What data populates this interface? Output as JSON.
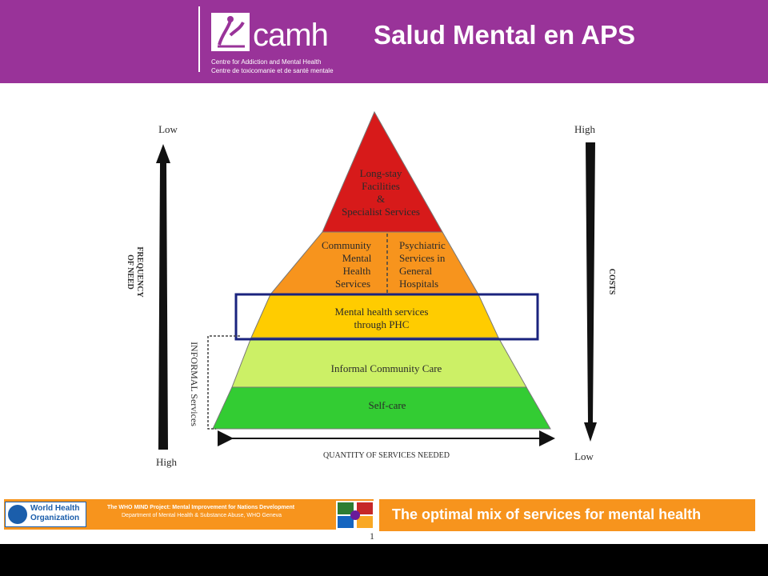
{
  "header": {
    "logo_name": "camh",
    "logo_sub_en": "Centre for Addiction and Mental Health",
    "logo_sub_fr": "Centre de toxicomanie et de santé mentale",
    "title": "Salud Mental en APS"
  },
  "pyramid": {
    "levels": [
      {
        "lines": [
          "Long-stay",
          "Facilities",
          "&",
          "Specialist Services"
        ],
        "color": "#d71a1a"
      },
      {
        "left_lines": [
          "Community",
          "Mental",
          "Health",
          "Services"
        ],
        "right_lines": [
          "Psychiatric",
          "Services in",
          "General",
          "Hospitals"
        ],
        "color": "#f7941d"
      },
      {
        "lines": [
          "Mental health services",
          "through PHC"
        ],
        "color": "#ffcc00"
      },
      {
        "lines": [
          "Informal Community Care"
        ],
        "color": "#ccf066"
      },
      {
        "lines": [
          "Self-care"
        ],
        "color": "#33cc33"
      }
    ],
    "highlight_color": "#1a237e",
    "frequency": {
      "label": [
        "FREQUENCY",
        "OF NEED"
      ],
      "top": "Low",
      "bottom": "High"
    },
    "costs": {
      "label": "COSTS",
      "top": "High",
      "bottom": "Low"
    },
    "informal_label": "INFORMAL Services",
    "quantity_label": "QUANTITY OF SERVICES NEEDED"
  },
  "footer": {
    "who_name": [
      "World Health",
      "Organization"
    ],
    "mind_title": "The WHO MIND Project: Mental Improvement for Nations Development",
    "mind_dept": "Department of Mental Health & Substance Abuse, WHO Geneva",
    "banner": "The optimal mix of services for mental health",
    "page_number": "1"
  }
}
